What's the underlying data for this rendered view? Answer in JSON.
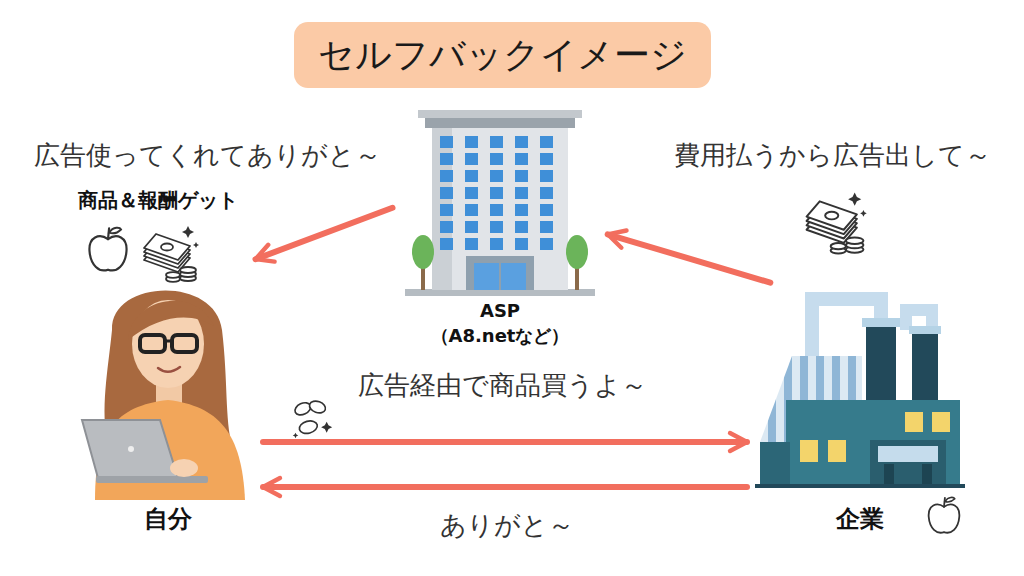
{
  "diagram": {
    "title": "セルフバックイメージ",
    "nodes": [
      {
        "text": [
          "ASP",
          "（A8.netなど）"
        ]
      },
      {
        "text": [
          "自分"
        ]
      },
      {
        "text": [
          "企業"
        ]
      }
    ],
    "edges": [
      {
        "from": 2,
        "to": 0,
        "arrow": "to",
        "label": "費用払うから広告出して～"
      },
      {
        "from": 0,
        "to": 1,
        "arrow": "to",
        "label": "広告使ってくれてありがと～"
      },
      {
        "from": 1,
        "to": 2,
        "arrow": "to",
        "label": "広告経由で商品買うよ～"
      },
      {
        "from": 2,
        "to": 1,
        "arrow": "to",
        "label": "ありがと～"
      }
    ],
    "labels": [
      "商品＆報酬ゲット"
    ]
  }
}
